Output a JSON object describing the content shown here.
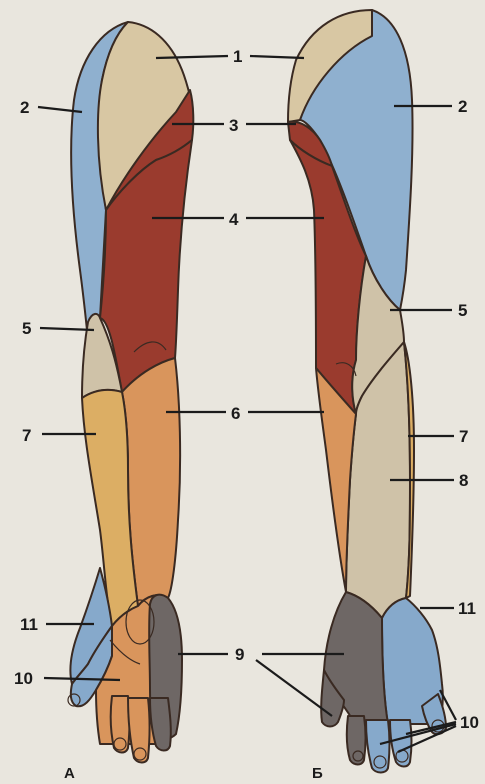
{
  "labels": {
    "n1": "1",
    "n2": "2",
    "n3": "3",
    "n4": "4",
    "n5": "5",
    "n6": "6",
    "n7": "7",
    "n8": "8",
    "n9": "9",
    "n10": "10",
    "n11": "11"
  },
  "views": {
    "anterior": "А",
    "posterior": "Б"
  },
  "colors": {
    "background": "#e9e6de",
    "zone_1_beige": "#d8c7a3",
    "zone_2_blue": "#8fb0cf",
    "zone_3_4_red": "#9a3b2e",
    "zone_5_8_grey_beige": "#cfc2a8",
    "zone_6_orange": "#d9955c",
    "zone_7_yellow": "#dcae64",
    "zone_9_dark_grey": "#6e6765",
    "zone_10_11_blue": "#86a9cb",
    "fingertips": "#dc8e54"
  }
}
